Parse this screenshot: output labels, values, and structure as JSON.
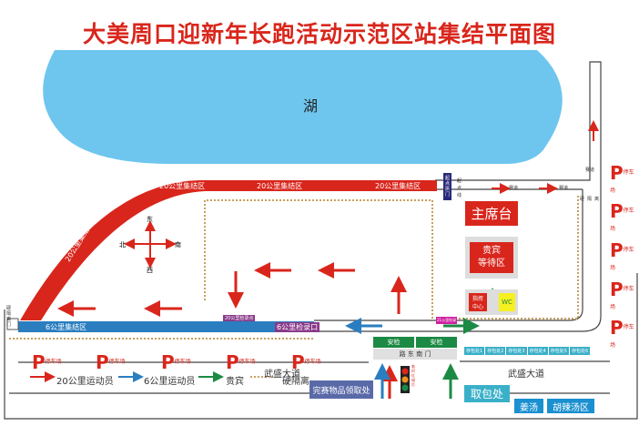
{
  "title": "大美周口迎新年长跑活动示范区站集结平面图",
  "lake": "湖",
  "compass": {
    "north": "北",
    "south": "南",
    "east": "东",
    "west": "西"
  },
  "zones": {
    "km20_assembly": "20公里集结区",
    "km6_assembly": "6公里集结区",
    "km20_checkin": "20公里检录点",
    "km6_checkin": "6公里检录口",
    "start_arch": "起点拱门",
    "start_line": [
      "起",
      "点",
      "线"
    ],
    "track": "赛道",
    "barrier": [
      "硬",
      "隔",
      "离"
    ],
    "purple_tag": "21公里检录",
    "left_gate": "硬隔离门",
    "main_stage": "主席台",
    "vip_wait": [
      "贵宾",
      "等待区"
    ],
    "command": [
      "指挥",
      "中心"
    ],
    "wc": "WC",
    "security": [
      "安检",
      "安检"
    ],
    "gate": "路 东 南 门",
    "traffic_light_label": "临时红绿灯",
    "finish_pickup": "完赛物品领取处",
    "bag_pickup": "取包处",
    "ginger_soup": "姜汤",
    "spicy_soup": "胡辣汤区",
    "bag_storage": [
      "存包处1",
      "存包处2",
      "存包处3",
      "存包处4",
      "存包处5",
      "存包处6"
    ],
    "road": "武盛大道",
    "parking": "停车场",
    "parking_letter": "P"
  },
  "legend": [
    {
      "label": "20公里运动员",
      "color": "#d9261c"
    },
    {
      "label": "6公里运动员",
      "color": "#2a7ec0"
    },
    {
      "label": "贵宾",
      "color": "#1c8a44"
    },
    {
      "label": "硬隔离",
      "color": "#c8a060"
    }
  ]
}
